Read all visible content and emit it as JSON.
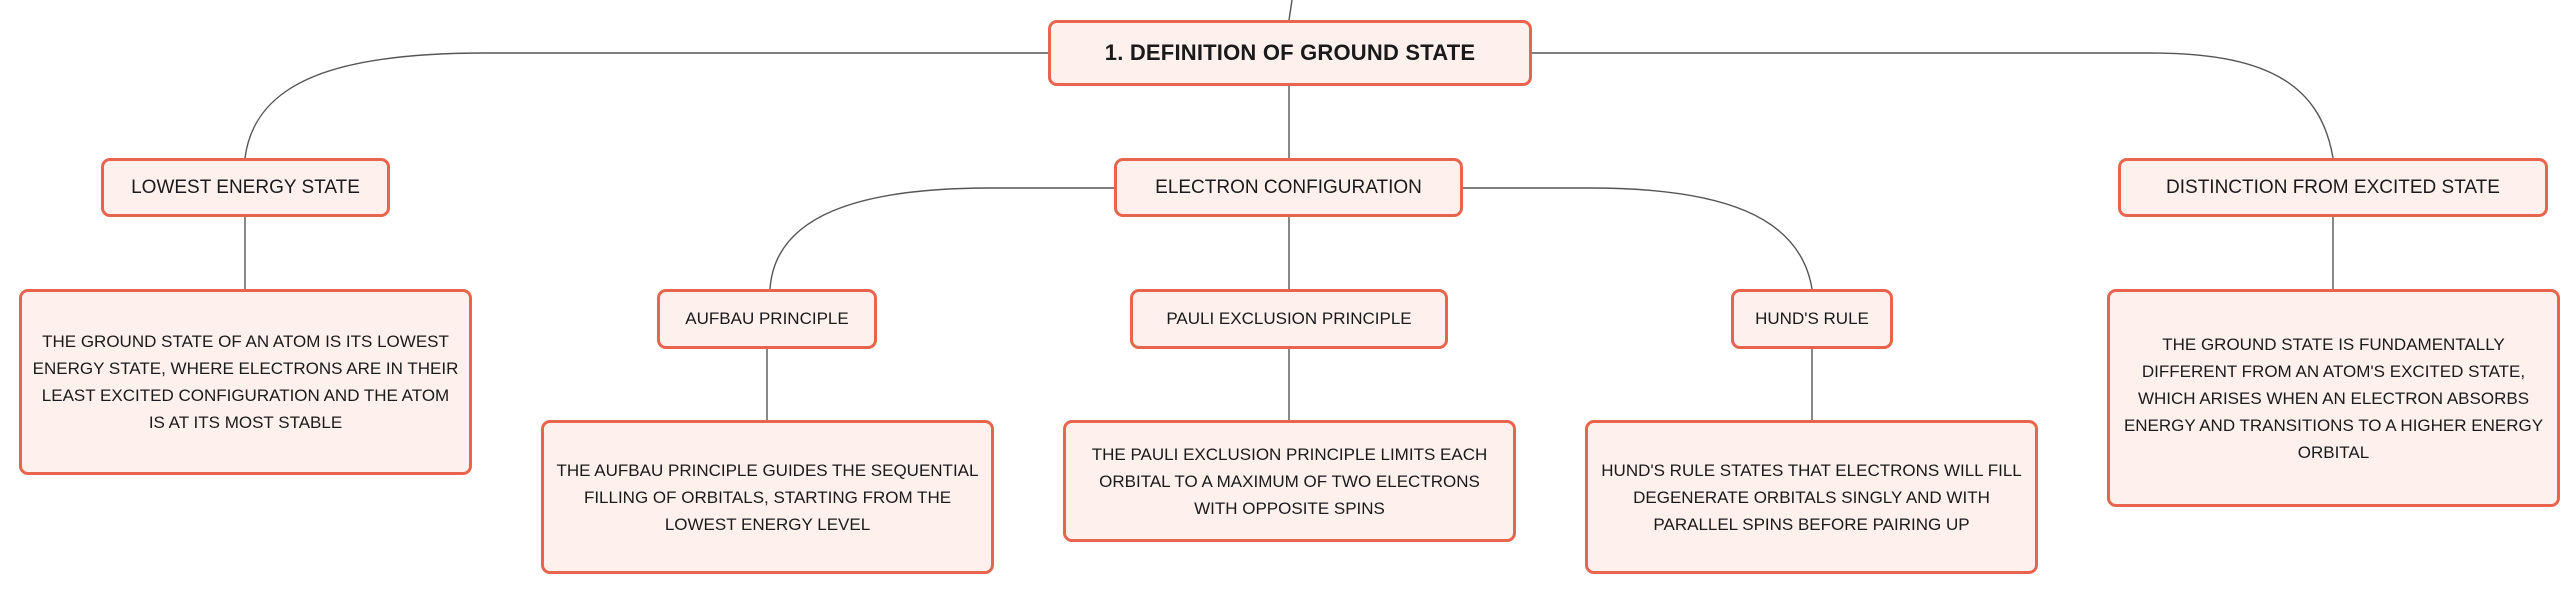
{
  "root": {
    "label": "1. DEFINITION OF GROUND STATE"
  },
  "topics": {
    "lowest_energy": {
      "label": "LOWEST ENERGY STATE",
      "description": "THE GROUND STATE OF AN ATOM IS ITS LOWEST ENERGY STATE, WHERE ELECTRONS ARE IN THEIR LEAST EXCITED CONFIGURATION AND THE ATOM IS AT ITS MOST STABLE"
    },
    "electron_configuration": {
      "label": "ELECTRON CONFIGURATION",
      "subtopics": {
        "aufbau": {
          "label": "AUFBAU PRINCIPLE",
          "description": "THE AUFBAU PRINCIPLE GUIDES THE SEQUENTIAL FILLING OF ORBITALS, STARTING FROM THE LOWEST ENERGY LEVEL"
        },
        "pauli": {
          "label": "PAULI EXCLUSION PRINCIPLE",
          "description": "THE PAULI EXCLUSION PRINCIPLE LIMITS EACH ORBITAL TO A MAXIMUM OF TWO ELECTRONS WITH OPPOSITE SPINS"
        },
        "hund": {
          "label": "HUND'S RULE",
          "description": "HUND'S RULE STATES THAT ELECTRONS WILL FILL DEGENERATE ORBITALS SINGLY AND WITH PARALLEL SPINS BEFORE PAIRING UP"
        }
      }
    },
    "excited_distinction": {
      "label": "DISTINCTION FROM EXCITED STATE",
      "description": "THE GROUND STATE IS FUNDAMENTALLY DIFFERENT FROM AN ATOM'S EXCITED STATE, WHICH ARISES WHEN AN ELECTRON ABSORBS ENERGY AND TRANSITIONS TO A HIGHER ENERGY ORBITAL"
    }
  },
  "colors": {
    "node_border": "#e8644d",
    "node_fill": "#fdf0ed",
    "connector": "#555555",
    "text": "#1a1a1a"
  }
}
